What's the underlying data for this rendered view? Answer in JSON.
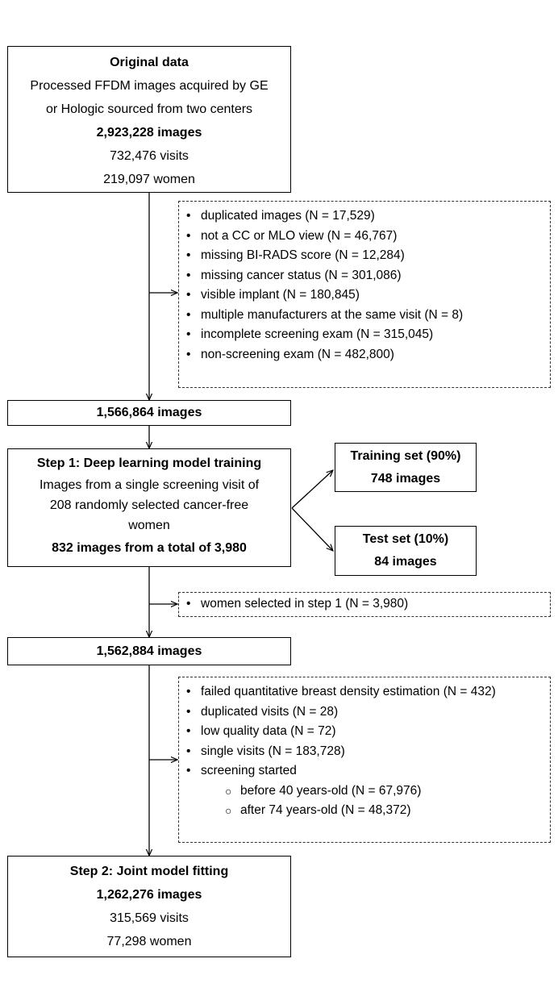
{
  "original": {
    "title": "Original data",
    "desc1": "Processed FFDM images acquired by GE",
    "desc2": "or Hologic sourced from two centers",
    "images": "2,923,228 images",
    "visits": "732,476 visits",
    "women": "219,097 women"
  },
  "exclusions1": [
    "duplicated images (N = 17,529)",
    "not a CC or MLO view (N = 46,767)",
    "missing BI-RADS score (N = 12,284)",
    "missing cancer status (N = 301,086)",
    "visible implant (N = 180,845)",
    "multiple manufacturers at the same visit (N = 8)",
    "incomplete screening exam (N = 315,045)",
    "non-screening exam (N = 482,800)"
  ],
  "count1": "1,566,864 images",
  "step1": {
    "title": "Step 1: Deep learning model training",
    "desc1": "Images from a single screening visit of",
    "desc2": "208 randomly selected cancer-free",
    "desc3": "women",
    "images": "832 images from a total of 3,980"
  },
  "training": {
    "title": "Training set (90%)",
    "images": "748 images"
  },
  "test": {
    "title": "Test set (10%)",
    "images": "84 images"
  },
  "exclusions2": [
    "women selected in step 1  (N = 3,980)"
  ],
  "count2": "1,562,884 images",
  "exclusions3": {
    "items": [
      "failed quantitative breast density estimation (N = 432)",
      "duplicated visits (N = 28)",
      "low quality data (N = 72)",
      "single visits (N = 183,728)",
      "screening started"
    ],
    "subitems": [
      "before 40 years-old (N = 67,976)",
      "after 74 years-old (N = 48,372)"
    ]
  },
  "step2": {
    "title": "Step 2: Joint model fitting",
    "images": "1,262,276 images",
    "visits": "315,569 visits",
    "women": "77,298 women"
  },
  "glyphs": {
    "bullet": "•",
    "sub_bullet": "○"
  },
  "colors": {
    "line": "#000000",
    "dashed_border": "#333333",
    "background": "#ffffff"
  }
}
